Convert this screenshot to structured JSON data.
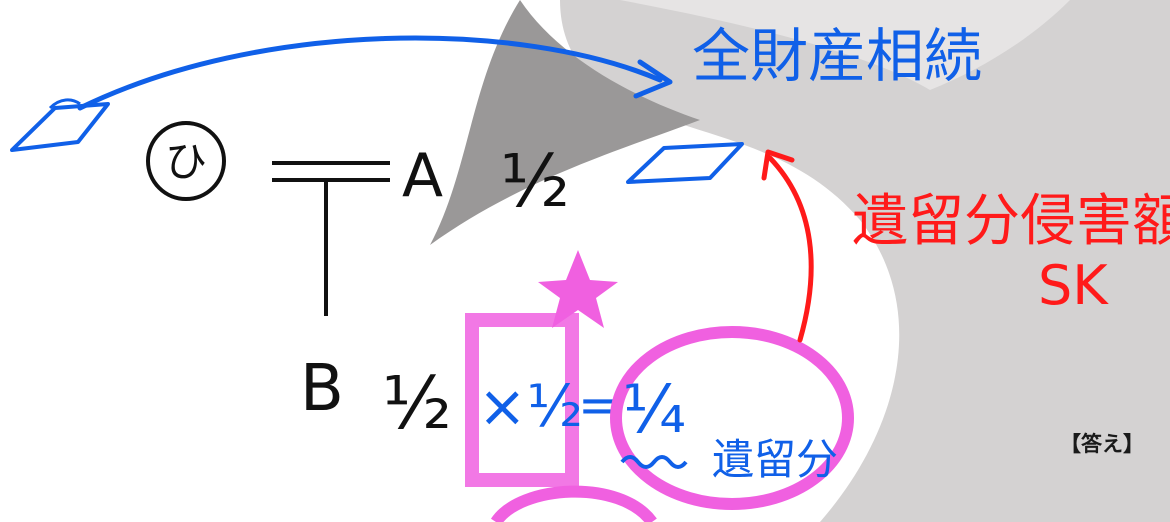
{
  "colors": {
    "ink_black": "#111111",
    "ink_blue": "#1060e8",
    "ink_red": "#ff1a1a",
    "highlight_pink": "#f060e0",
    "background_gray": "#d4d2d2"
  },
  "icons": {
    "decedent_circle": "circled-hi-glyph",
    "star": "pink-star",
    "arrow": "curved-arrow",
    "property": "parallelogram-property-sketch"
  },
  "heir_a": {
    "name": "A",
    "share": "½"
  },
  "heir_b": {
    "name": "B",
    "share": "½"
  },
  "decedent_mark": "ひ",
  "calculation": {
    "multiplier": "×½",
    "equals": "=",
    "result": "¼"
  },
  "annotations": {
    "heading_blue": "全財産相続",
    "iryubun_blue": "遺留分",
    "claim_red": "遺留分侵害額",
    "claim_red_sub": "SK"
  },
  "answer_label": "【答え】"
}
